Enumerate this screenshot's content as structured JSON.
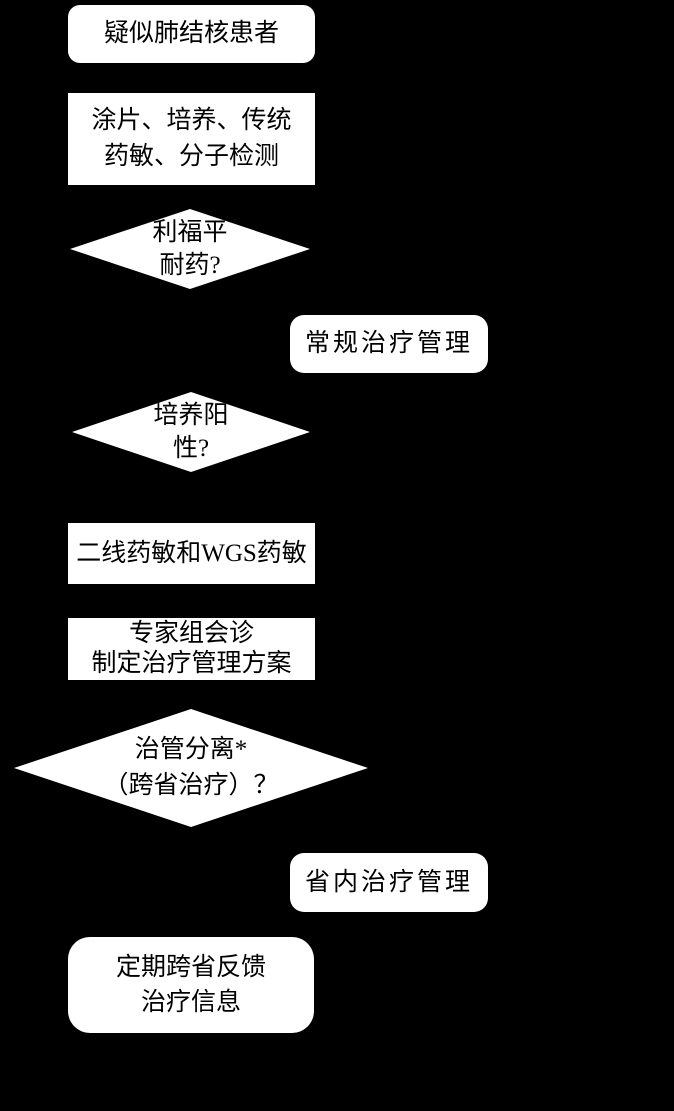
{
  "colors": {
    "background": "#000000",
    "shape_fill": "#ffffff",
    "shape_text": "#000000"
  },
  "flowchart": {
    "nodes": {
      "suspect": {
        "type": "terminator",
        "lines": [
          "疑似肺结核患者"
        ]
      },
      "tests": {
        "type": "process",
        "lines": [
          "涂片、培养、传统",
          "药敏、分子检测"
        ]
      },
      "rif": {
        "type": "decision",
        "lines": [
          "利福平",
          "耐药?"
        ]
      },
      "routine": {
        "type": "terminator",
        "lines": [
          "常规治疗管理"
        ]
      },
      "culture": {
        "type": "decision",
        "lines": [
          "培养阳",
          "性?"
        ]
      },
      "secondline": {
        "type": "process",
        "lines": [
          "二线药敏和WGS药敏"
        ]
      },
      "expert": {
        "type": "process",
        "lines": [
          "专家组会诊",
          "制定治疗管理方案"
        ]
      },
      "separation": {
        "type": "decision",
        "lines": [
          "治管分离*",
          "（跨省治疗）？"
        ]
      },
      "inprovince": {
        "type": "terminator",
        "lines": [
          "省内治疗管理"
        ]
      },
      "feedback": {
        "type": "terminator",
        "lines": [
          "定期跨省反馈",
          "治疗信息"
        ]
      }
    }
  }
}
